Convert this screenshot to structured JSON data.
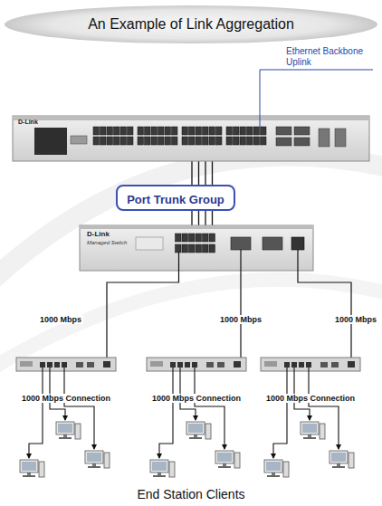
{
  "diagram": {
    "title": "An Example of Link Aggregation",
    "caption": "End Station Clients",
    "nodes": [
      {
        "text": [
          "Port Trunk Group"
        ]
      }
    ],
    "labels": [
      "Ethernet Backbone Uplink",
      "D-Link",
      "D-Link",
      "Managed Switch",
      "1000 Mbps",
      "1000 Mbps",
      "1000 Mbps",
      "1000 Mbps Connection",
      "1000 Mbps Connection",
      "1000 Mbps Connection"
    ]
  }
}
